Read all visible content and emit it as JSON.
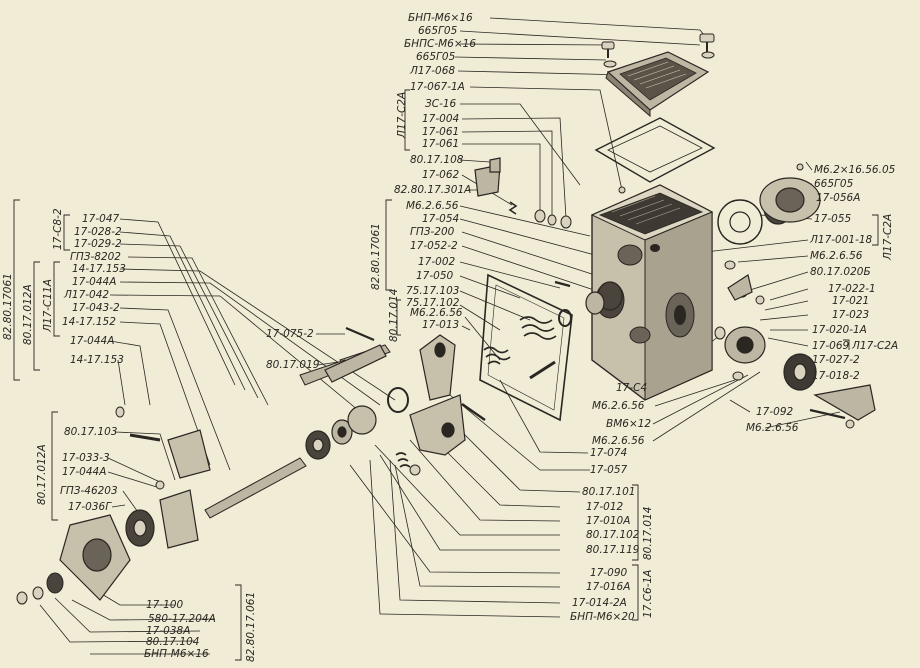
{
  "diagram": {
    "colors": {
      "background": "#f1ecd6",
      "ink": "#2a2622",
      "metal": "#bdb6a3",
      "dark": "#4a443c"
    },
    "labels": {
      "a1": "БНП-М6×16",
      "a2": "665Г05",
      "a3": "БНПС-М6×16",
      "a4": "665Г05",
      "a5": "Л17-068",
      "a6": "17-067-1А",
      "b1": "ЗС-16",
      "b2": "17-004",
      "b3": "17-061",
      "b4": "17-061",
      "b5": "80.17.108",
      "b6": "17-062",
      "b7": "82.80.17.301А",
      "c1": "М6.2.6.56",
      "c2": "17-054",
      "c3": "ГПЗ-200",
      "c4": "17-052-2",
      "c5": "17-002",
      "c6": "17-050",
      "c7": "75.17.103",
      "c8": "75.17.102",
      "c9": "М6.2.6.56",
      "c10": "17-013",
      "d1": "17-047",
      "d2": "17-028-2",
      "d3": "17-029-2",
      "d4": "ГПЗ-8202",
      "d5": "14-17.153",
      "d6": "17-044А",
      "d7": "Л17-042",
      "d8": "17-043-2",
      "d9": "14-17.152",
      "d10": "17-044А",
      "d11": "14-17.153",
      "e1": "17-075-2",
      "e2": "80.17.019",
      "f1": "80.17.103",
      "f2": "17-033-3",
      "f3": "17-044А",
      "f4": "ГПЗ-46203",
      "f5": "17-036Г",
      "g1": "17-100",
      "g2": "580-17.204А",
      "g3": "17-038А",
      "g4": "80.17.104",
      "g5": "БНП-М6×16",
      "h1": "17-074",
      "h2": "17-057",
      "h3": "80.17.101",
      "h4": "17-012",
      "h5": "17-010А",
      "h6": "80.17.102",
      "h7": "80.17.119",
      "h8": "17-090",
      "h9": "17-016А",
      "h10": "17-014-2А",
      "h11": "БНП-М6×20",
      "k1": "М6.2×16.56.05",
      "k2": "665Г05",
      "k3": "17-056А",
      "k4": "17-055",
      "k5": "Л17-001-18",
      "k6": "М6.2.6.56",
      "k7": "80.17.020Б",
      "k8": "17-022-1",
      "k9": "17-021",
      "k10": "17-023",
      "k11": "17-020-1А",
      "k12": "17-069",
      "k13": "17-027-2",
      "k14": "17-018-2",
      "k15": "17-092",
      "k16": "М6.2.6.56",
      "m1": "17-С4",
      "m2": "М6.2.6.56",
      "m3": "ВМ6×12",
      "m4": "М6.2.6.56"
    },
    "groups": {
      "v1": "Л17-С2А",
      "v2": "82.80.17061",
      "v3": "80.17.014",
      "v4": "17-С8-2",
      "v5": "Л17-С11А",
      "v6": "82.80.17061",
      "v7": "80.17.012А",
      "v8": "80.17.012А",
      "v9": "82.80.17.061",
      "v10": "80.17.014",
      "v11": "17.С6-1А",
      "v12": "Л17-С2А",
      "v13": "Л17-С2А"
    }
  }
}
